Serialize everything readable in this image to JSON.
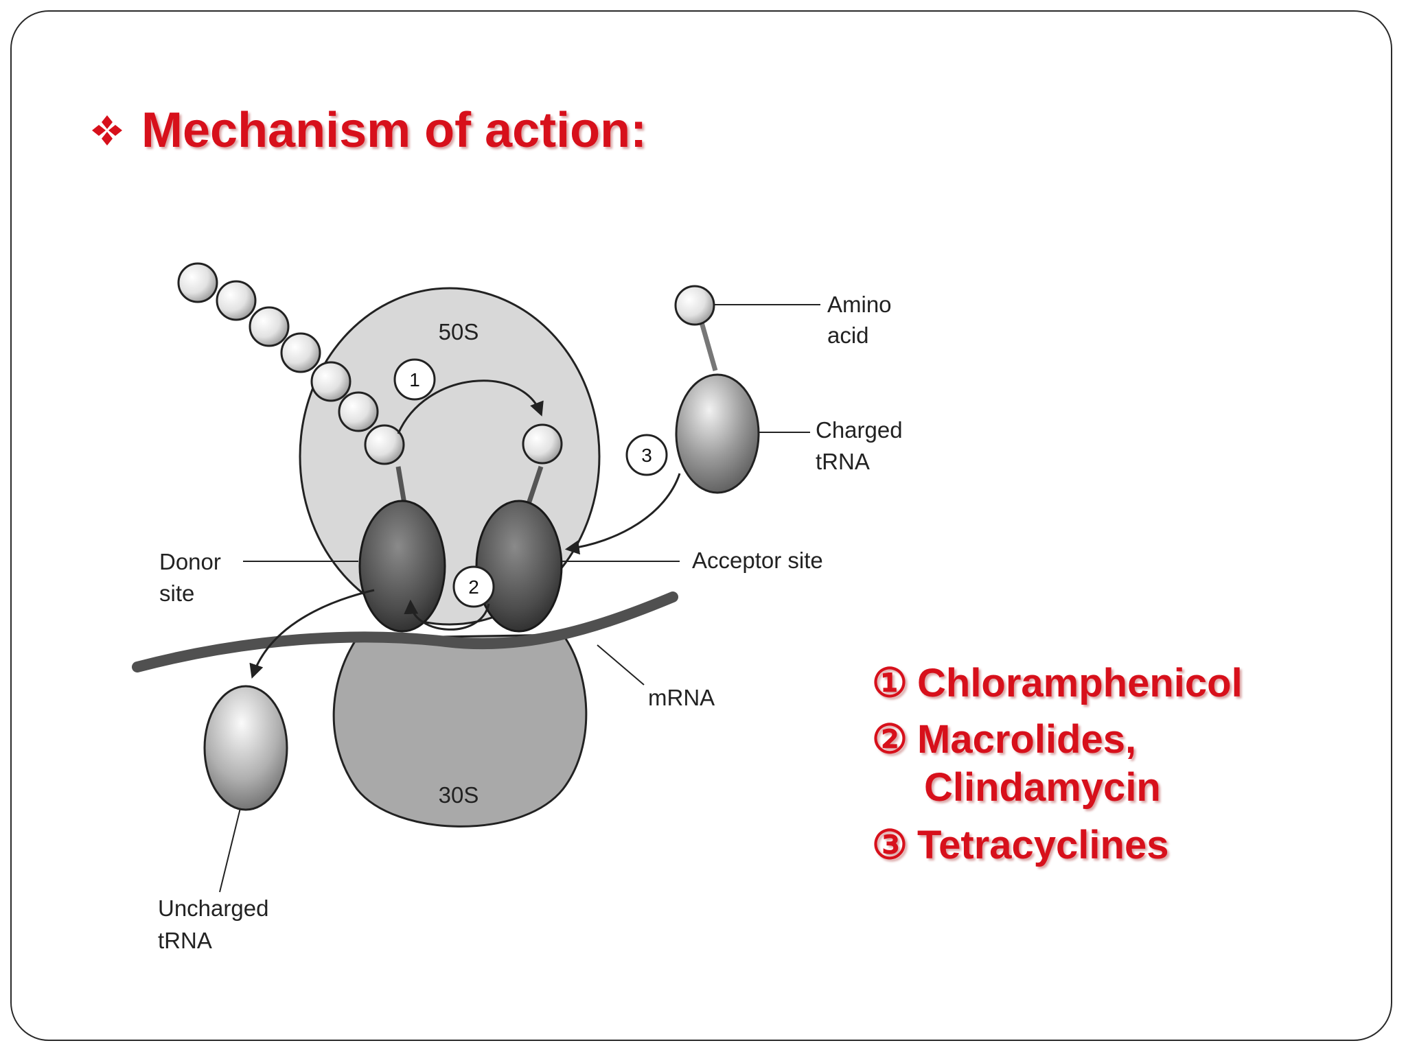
{
  "title": "Mechanism of action:",
  "icons": {
    "title_bullet": "four-diamond-bullet-icon"
  },
  "colors": {
    "title": "#d7101b",
    "drug_text": "#d7101b"
  },
  "diagram": {
    "subunit_large": "50S",
    "subunit_small": "30S",
    "steps": [
      "1",
      "2",
      "3"
    ],
    "labels": {
      "amino_acid": [
        "Amino",
        "acid"
      ],
      "charged_trna": [
        "Charged",
        "tRNA"
      ],
      "acceptor_site": "Acceptor site",
      "donor_site": [
        "Donor",
        "site"
      ],
      "mrna": "mRNA",
      "uncharged_trna": [
        "Uncharged",
        "tRNA"
      ]
    }
  },
  "drugs": [
    {
      "num": "①",
      "lines": [
        "Chloramphenicol"
      ]
    },
    {
      "num": "②",
      "lines": [
        "Macrolides,",
        "Clindamycin"
      ]
    },
    {
      "num": "③",
      "lines": [
        "Tetracyclines"
      ]
    }
  ]
}
